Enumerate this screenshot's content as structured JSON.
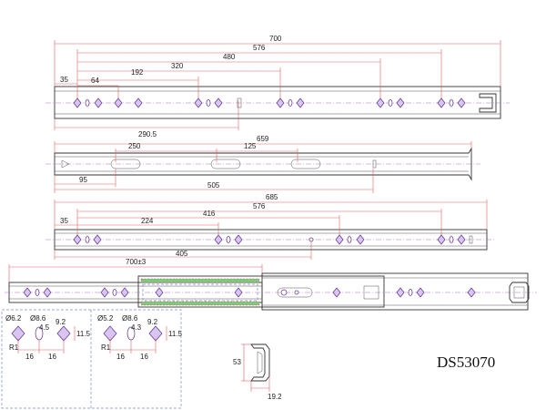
{
  "title": "DS53070",
  "views": {
    "view1": {
      "dims_top": [
        "700",
        "576",
        "480",
        "320",
        "192",
        "64",
        "35"
      ],
      "dim_bottom": "290.5"
    },
    "view2": {
      "dims_top": [
        "659",
        "250",
        "125"
      ],
      "dims_bottom": [
        "95",
        "505"
      ]
    },
    "view3": {
      "dims_top": [
        "685",
        "576",
        "416",
        "224",
        "35"
      ],
      "dim_bottom": "405"
    },
    "view4": {
      "dim_top": "700±3"
    }
  },
  "details": {
    "left": {
      "d1": "Ø6.2",
      "d2": "Ø8.6",
      "w1": "4.5",
      "w2": "9.2",
      "h": "11.5",
      "r": "R1",
      "s1": "16",
      "s2": "16"
    },
    "right": {
      "d1": "Ø5.2",
      "d2": "Ø8.6",
      "w1": "4.3",
      "w2": "9.2",
      "h": "11.5",
      "r": "R1",
      "s1": "16",
      "s2": "16"
    }
  },
  "profile": {
    "height": "53",
    "width": "19.2"
  }
}
